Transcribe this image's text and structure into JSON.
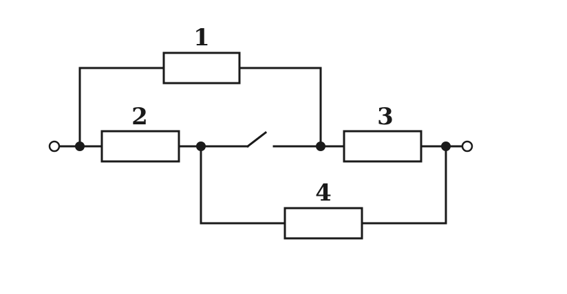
{
  "diagram": {
    "resistors": [
      {
        "id": "r1",
        "label": "1"
      },
      {
        "id": "r2",
        "label": "2"
      },
      {
        "id": "r3",
        "label": "3"
      },
      {
        "id": "r4",
        "label": "4"
      }
    ],
    "switch": {
      "state": "open"
    },
    "colors": {
      "line": "#1a1a1a",
      "background": "#ffffff"
    }
  }
}
